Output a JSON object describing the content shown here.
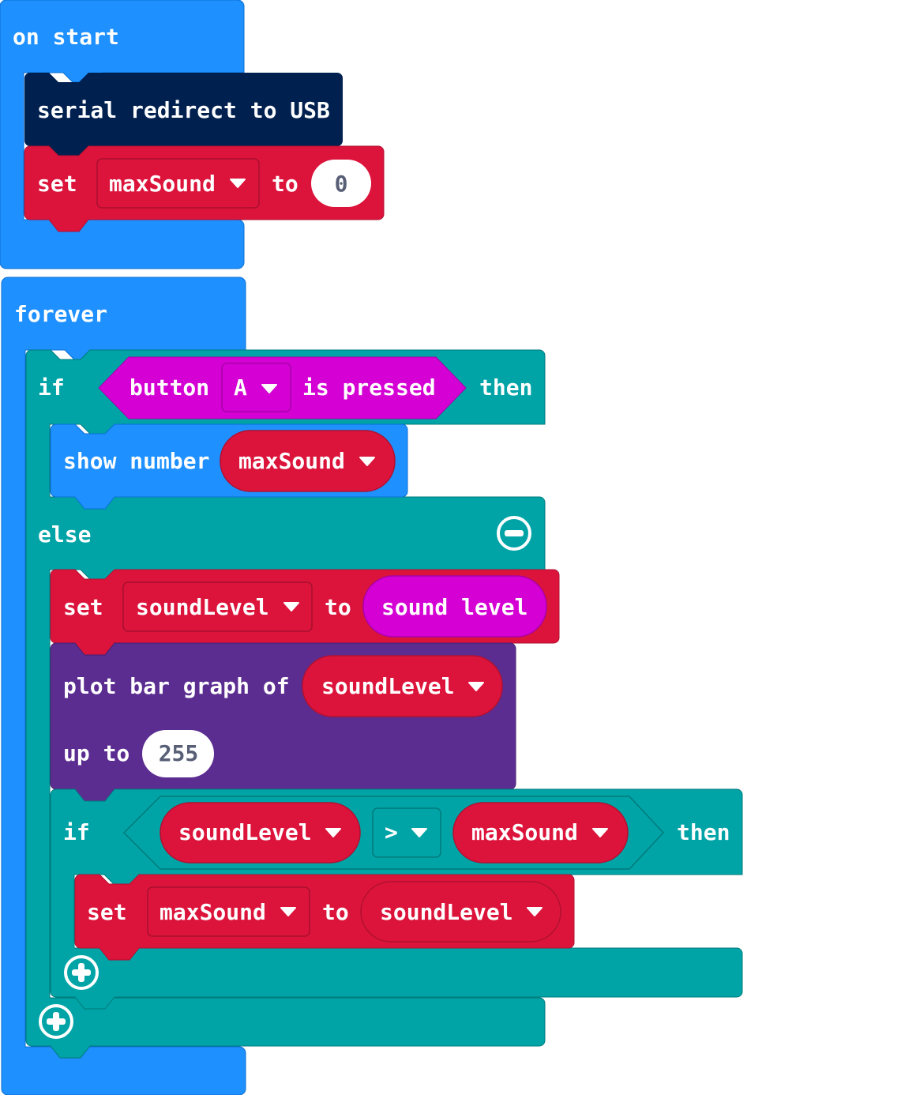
{
  "colors": {
    "basic": "#1e90ff",
    "basic_dark": "#0c6fd1",
    "serial": "#002050",
    "variables": "#dc143c",
    "variables_dark": "#b01030",
    "logic": "#00a4a6",
    "logic_dark": "#007a7c",
    "input": "#d400d4",
    "input_dark": "#a800a8",
    "led": "#5c2d91",
    "led_dark": "#451f70",
    "field_bg": "#ffffff",
    "field_text": "#575e75"
  },
  "on_start": {
    "header": "on start",
    "serial_block": {
      "label": "serial redirect to USB"
    },
    "set_block": {
      "set_label": "set",
      "variable": "maxSound",
      "to_label": "to",
      "value": "0"
    }
  },
  "forever": {
    "header": "forever",
    "if_block": {
      "if_label": "if",
      "then_label": "then",
      "condition": {
        "button_label": "button",
        "button_choice": "A",
        "pressed_label": "is pressed"
      },
      "show_number": {
        "label": "show number",
        "variable": "maxSound"
      },
      "else_label": "else",
      "else_body": {
        "set_sound": {
          "set_label": "set",
          "variable": "soundLevel",
          "to_label": "to",
          "value": "sound level"
        },
        "plot_bar": {
          "label": "plot bar graph of",
          "variable": "soundLevel",
          "up_to_label": "up to",
          "max_value": "255"
        },
        "inner_if": {
          "if_label": "if",
          "then_label": "then",
          "left_variable": "soundLevel",
          "operator": ">",
          "right_variable": "maxSound",
          "set_block": {
            "set_label": "set",
            "variable": "maxSound",
            "to_label": "to",
            "value_variable": "soundLevel"
          }
        }
      }
    }
  },
  "icons": {
    "dropdown": "dropdown-arrow-icon",
    "remove_else": "minus-circle-icon",
    "add_clause": "plus-circle-icon"
  }
}
